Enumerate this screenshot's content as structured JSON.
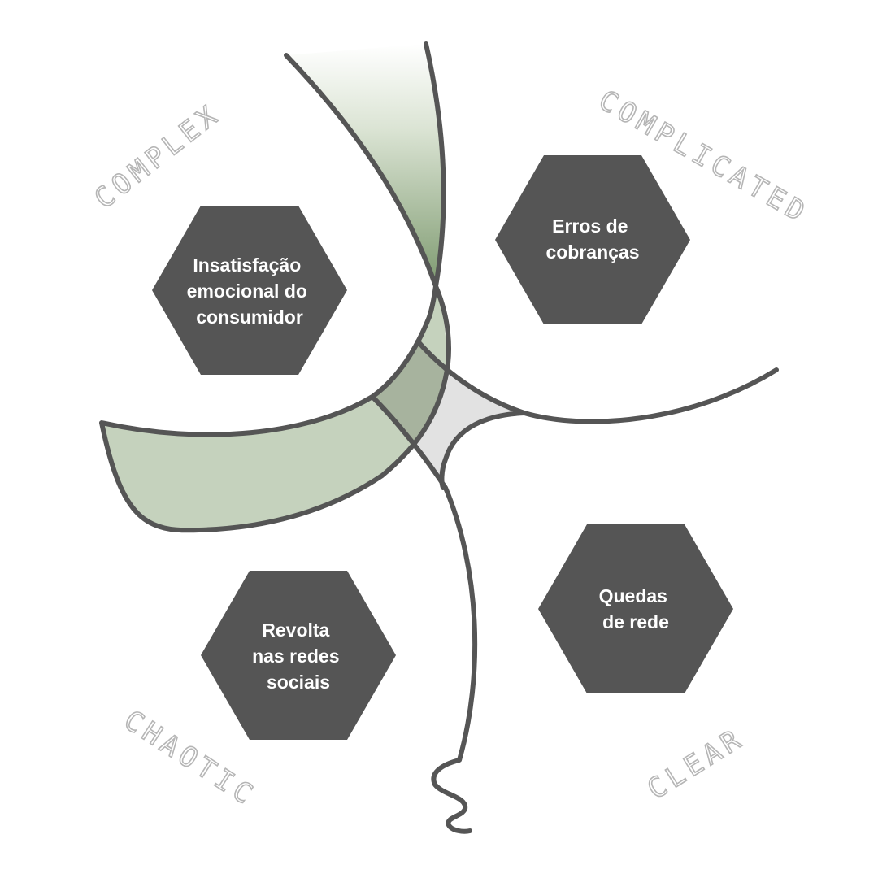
{
  "colors": {
    "hexagon_fill": "#555555",
    "hexagon_text": "#ffffff",
    "line": "#555555",
    "green_fill": "#c5d2bd",
    "green_dark": "#7e9a70",
    "overlap_fill": "#a7b39e",
    "center_fill": "#e2e2e2",
    "label_color": "#b5b5b5"
  },
  "domains": {
    "complex": {
      "label": "COMPLEX"
    },
    "complicated": {
      "label": "COMPLICATED"
    },
    "chaotic": {
      "label": "CHAOTIC"
    },
    "clear": {
      "label": "CLEAR"
    }
  },
  "hexagons": {
    "complex": {
      "lines": [
        "Insatisfação",
        "emocional do",
        "consumidor"
      ]
    },
    "complicated": {
      "lines": [
        "Erros de",
        "cobranças"
      ]
    },
    "chaotic": {
      "lines": [
        "Revolta",
        "nas redes",
        "sociais"
      ]
    },
    "clear": {
      "lines": [
        "Quedas",
        "de rede"
      ]
    }
  }
}
